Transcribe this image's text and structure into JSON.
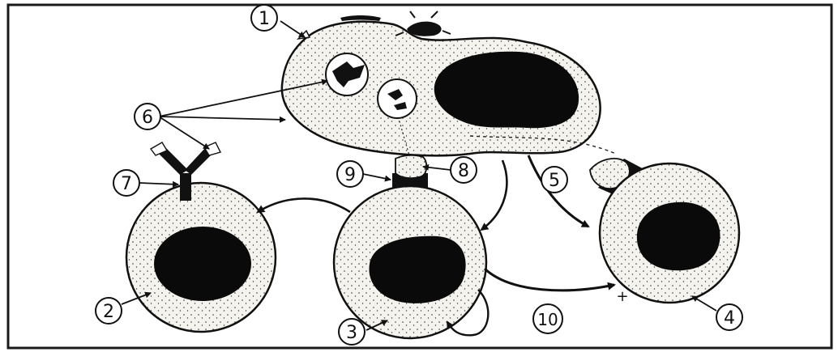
{
  "labels": {
    "n1": "1",
    "n2": "2",
    "n3": "3",
    "n4": "4",
    "n5": "5",
    "n6": "6",
    "n7": "7",
    "n8": "8",
    "n9": "9",
    "n10": "10",
    "plus": "+"
  },
  "colors": {
    "ink": "#111111",
    "paper": "#ffffff",
    "cytoplasm": "#f3f1ec",
    "frame": "#1a1a1a"
  }
}
